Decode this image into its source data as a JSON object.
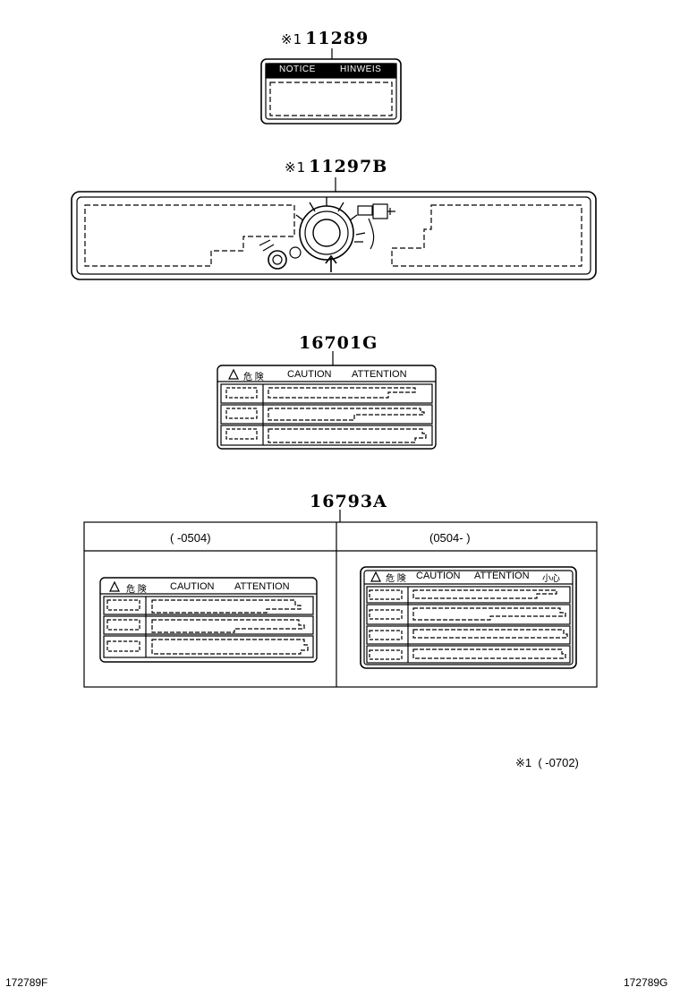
{
  "parts": [
    {
      "mark": "※1",
      "number": "11289"
    },
    {
      "mark": "※1",
      "number": "11297B"
    },
    {
      "mark": "",
      "number": "16701G"
    },
    {
      "mark": "",
      "number": "16793A"
    }
  ],
  "notice_label": {
    "left": "NOTICE",
    "right": "HINWEIS"
  },
  "caution_label": {
    "kanji": "危 険",
    "caution": "CAUTION",
    "attention": "ATTENTION"
  },
  "caution_label_b": {
    "kanji": "危 険",
    "caution": "CAUTION",
    "attention": "ATTENTION",
    "extra": "小心"
  },
  "table": {
    "col_left": "(       -0504)",
    "col_right": "(0504-       )"
  },
  "footnote": {
    "mark": "※1",
    "range": "(       -0702)"
  },
  "codes": {
    "left": "172789F",
    "right": "172789G"
  }
}
